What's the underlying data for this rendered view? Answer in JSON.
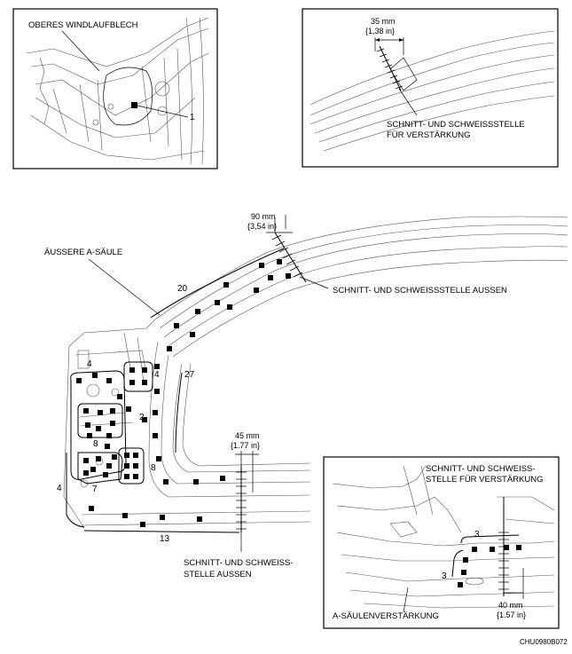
{
  "inset_top_left": {
    "title": "OBERES WINDLAUFBLECH",
    "callout": "1"
  },
  "inset_top_right": {
    "dimension_mm": "35 mm",
    "dimension_in": "{1,38 in}",
    "note_line1": "SCHNITT- UND SCHWEISSSTELLE",
    "note_line2": "FÜR VERSTÄRKUNG"
  },
  "main": {
    "title": "ÄUSSERE A-SÄULE",
    "dim_top_mm": "90 mm",
    "dim_top_in": "{3,54 in}",
    "cut_top_label": "SCHNITT- UND SCHWEISSSTELLE AUSSEN",
    "dim_bottom_mm": "45 mm",
    "dim_bottom_in": "{1.77 in}",
    "cut_bottom_line1": "SCHNITT- UND SCHWEISS-",
    "cut_bottom_line2": "STELLE AUSSEN",
    "counts": {
      "c20": "20",
      "c27": "27",
      "c4a": "4",
      "c4b": "4",
      "c4c": "4",
      "c2": "2",
      "c8a": "8",
      "c8b": "8",
      "c7": "7",
      "c13": "13"
    }
  },
  "inset_bottom_right": {
    "note_line1": "SCHNITT- UND SCHWEISS-",
    "note_line2": "STELLE FÜR VERSTÄRKUNG",
    "c3a": "3",
    "c3b": "3",
    "dimension_mm": "40 mm",
    "dimension_in": "{1.57 in}",
    "title": "A-SÄULENVERSTÄRKUNG"
  },
  "figure_code": "CHU0980B072"
}
